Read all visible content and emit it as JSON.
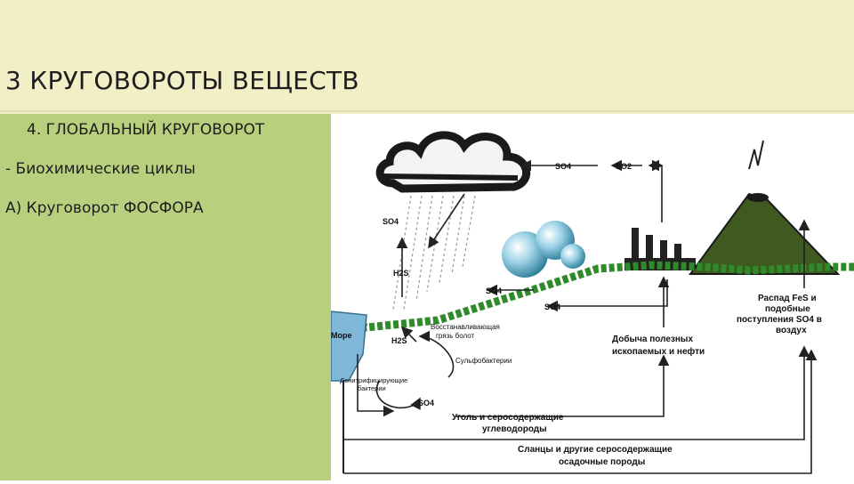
{
  "slide": {
    "title": "3  КРУГОВОРОТЫ ВЕЩЕСТВ",
    "subtitle": "4. ГЛОБАЛЬНЫЙ КРУГОВОРОТ",
    "bullet": "- Биохимические циклы",
    "subsection": "А) Круговорот ФОСФОРА"
  },
  "diagram": {
    "labels": {
      "so4_top": "SO4",
      "so2_top": "SO2",
      "so4_rain": "SO4",
      "h2s_air": "H2S",
      "so4_sea": "SO4",
      "so4_land": "SO4",
      "more": "Море",
      "h2s_low": "H2S",
      "restoring_line1": "Восстанавливающая",
      "restoring_line2": "грязь болот",
      "sulfobacteria": "Сульфобактерии",
      "denitr_line1": "Денитрифицирующие",
      "denitr_line2": "бактерии",
      "so4_cycle": "SO4",
      "decay_line1": "Распад FeS и",
      "decay_line2": "подобные",
      "decay_line3": "поступления SO4 в",
      "decay_line4": "воздух",
      "mining_line1": "Добыча полезных",
      "mining_line2": "ископаемых и нефти",
      "coal_line1": "Уголь и серосодержащие",
      "coal_line2": "углеводороды",
      "shale_line1": "Сланцы и другие серосодержащие",
      "shale_line2": "осадочные породы"
    },
    "colors": {
      "cloud": "#1a1a1a",
      "grass": "#2f8a2a",
      "volcano": "#3e5a20",
      "water": "#7fb8d8",
      "arrow": "#222222"
    }
  }
}
